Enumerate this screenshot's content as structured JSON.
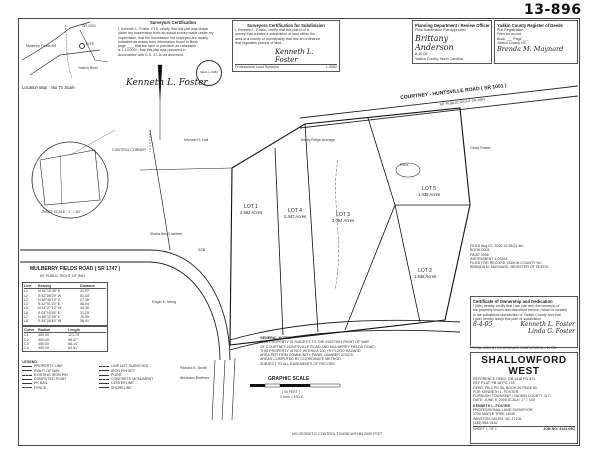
{
  "stamp_number": "13-896",
  "location_map": {
    "title": "Location Map - Not To Scale",
    "labels": [
      "Mulberry Fields Rd",
      "SR 1001",
      "Yadkin River",
      "SITE"
    ]
  },
  "surveyors_certification": {
    "title": "Surveyors Certification",
    "lines": [
      "I, Kenneth L. Foster, PLS, certify that this plat was drawn",
      "under my supervision from an actual survey made under my",
      "supervision; that the boundaries not surveyed are clearly",
      "indicated as drawn from information found in Book",
      "page ___; that the ratio of precision as calculated",
      "is 1:10,000+; that this plat was prepared in",
      "accordance with G.S. 47-30 as amended."
    ],
    "signature": "Kenneth L. Foster",
    "seal_text": "SEAL L-3082"
  },
  "subdivision_certification": {
    "title": "Surveyors Certification for Subdivision",
    "lines": [
      "I, Kenneth L. Foster, certify that this plat is of a",
      "survey that creates a subdivision of land within the",
      "area of a county or municipality that has an ordinance",
      "that regulates parcels of land."
    ],
    "signature": "Kenneth L. Foster",
    "caption": "Professional Land Surveyor",
    "license": "L-3082"
  },
  "planning_approval": {
    "title": "Planning Department / Review Officer",
    "subtitle": "Final Subdivision Plat Approved",
    "signature": "Brittany Anderson",
    "date": "8-10-05",
    "caption": "Yadkin County, North Carolina"
  },
  "register_of_deeds": {
    "title": "Yadkin County Register of Deeds",
    "subtitle": "Plat Registration",
    "lines": [
      "Filed for record",
      "Book ___ Page ___",
      "Yadkin County NC"
    ],
    "signature": "Brenda M. Maynard"
  },
  "roads": {
    "courtney_road": "COURTNEY - HUNTSVILLE ROAD ( SR 1001 )",
    "courtney_row": "60' PUBLIC RIGHT OF WAY",
    "mulberry_road": "MULBERRY FIELDS ROAD ( SR 1747 )",
    "mulberry_row": "60' PUBLIC RIGHT OF WAY"
  },
  "lots": [
    {
      "name": "LOT 1",
      "acres": "2.852 Acres"
    },
    {
      "name": "LOT 4",
      "acres": "2.447 Acres"
    },
    {
      "name": "LOT 3",
      "acres": "3.094 Acres"
    },
    {
      "name": "LOT 2",
      "acres": "1.838 Acres"
    },
    {
      "name": "LOT 5",
      "acres": "1.438 Acres"
    }
  ],
  "features": {
    "pond": "Pond",
    "control_corner": "CONTROL CORNER",
    "inset_scale": "INSET SCALE : 1\" = 50'",
    "ssb": "SSB"
  },
  "adjoiners": [
    "Michael D. Hall",
    "Jimmy Ridge Acreage",
    "Cindy Snider",
    "Sheila Ann Crabtree",
    "Roger K. Meng",
    "Richard E. Smith",
    "Abraham Brothers"
  ],
  "lot_table": {
    "headers": [
      "Line",
      "Bearing",
      "Distance"
    ],
    "rows": [
      [
        "L1",
        "N 46°10'45\" E",
        "31.97'"
      ],
      [
        "L2",
        "S 52°08'29\" W",
        "52.54'"
      ],
      [
        "L3",
        "N 89°45'12\" E",
        "27.36'"
      ],
      [
        "L4",
        "S 42°51'23\" E",
        "58.04'"
      ],
      [
        "L5",
        "N 61°27'12\" W",
        "44.30'"
      ],
      [
        "L6",
        "S 03°10'45\" E",
        "31.25'"
      ],
      [
        "L7",
        "N 86°12'09\" E",
        "76.55'"
      ],
      [
        "L8",
        "S 45°26'45\" W",
        "38.91'"
      ]
    ]
  },
  "curve_table": {
    "headers": [
      "Curve",
      "Radius",
      "Length"
    ],
    "rows": [
      [
        "C1",
        "450.00'",
        "121.70'"
      ],
      [
        "C2",
        "450.00'",
        "98.47'"
      ],
      [
        "C3",
        "450.00'",
        "88.14'"
      ],
      [
        "C4",
        "450.00'",
        "64.51'"
      ]
    ]
  },
  "legend": {
    "title": "LEGEND",
    "items": [
      "PROPERTY LINE",
      "LINE NOT SURVEYED",
      "RIGHT OF WAY",
      "IRON PIN SET",
      "EXISTING IRON PIN",
      "POINT",
      "COMPUTED POINT",
      "CONCRETE MONUMENT",
      "PK NAIL",
      "CENTERLINE",
      "FENCE",
      "SHORELINE"
    ]
  },
  "graphic_scale": {
    "title": "GRAPHIC SCALE",
    "units": "( IN FEET )",
    "ratio": "1 inch = 100 ft."
  },
  "notes": {
    "title": "GENERAL NOTES",
    "lines": [
      "THIS PROPERTY IS SUBJECT TO THE EXISTING RIGHT OF WAY",
      "OF COURTNEY-HUNTSVILLE ROAD AND MULBERRY FIELDS ROAD.",
      "THIS PROPERTY IS NOT WITHIN A 100 YR FLOOD HAZARD",
      "AREA PER FIRM COMMUNITY PANEL NUMBER 370375.",
      "AREAS COMPUTED BY COORDINATE METHOD.",
      "SUBJECT TO ALL EASEMENTS OF RECORD."
    ],
    "footer": "NO GEODETIC CONTROL FOUND WITHIN 2000 FEET"
  },
  "filing": {
    "lines": [
      "FILED  Aug 07, 2005  10:28:01 am",
      "BOOK  0003",
      "PAGE  0096",
      "INSTRUMENT # 03294",
      "FILED FOR RECORD  YADKIN COUNTY NC",
      "BRENDA M. MAYNARD, REGISTER OF DEEDS"
    ]
  },
  "ownership": {
    "title": "Certificate of Ownership and Dedication",
    "lines": [
      "I (We) hereby certify that I am (we are) the owner(s) of",
      "the property shown and described hereon, which is located",
      "in the subdivision jurisdiction of Yadkin County and that",
      "I (we) hereby adopt this plan of subdivision."
    ],
    "date": "8-4-05",
    "signatures": [
      "Kenneth L. Foster",
      "Linda G. Foster"
    ]
  },
  "title_block": {
    "title": "SHALLOWFORD WEST",
    "lines": [
      "REFERENCE DEED:  DB 1418  PG 871",
      "REF PLAT:  PB 18  PG 278",
      "DEED:  PB 3  PG 55,  BOOK 26 PAGE 80",
      "FOR  KENNETH L. FOSTER",
      "FORBUSH TOWNSHIP  /  YADKIN COUNTY, N.C.",
      "DATE: JUNE 8, 2005     SCALE: 1\" = 100'"
    ],
    "owner": "KENNETH L. FOSTER",
    "surveyor": [
      "PROFESSIONAL LAND SURVEYOR",
      "1750 MAPLE TREE LANE",
      "WINSTON-SALEM, NC 27106",
      "(336) 555-0132"
    ],
    "sheet": "SHEET 1 OF 1",
    "job": "JOB NO: 4141-05C",
    "total": "TOTAL AREA BY CO-ORDINATE COMPUTATION = 11.735"
  },
  "colors": {
    "ink": "#222222",
    "paper": "#ffffff",
    "stamp": "#111111"
  }
}
